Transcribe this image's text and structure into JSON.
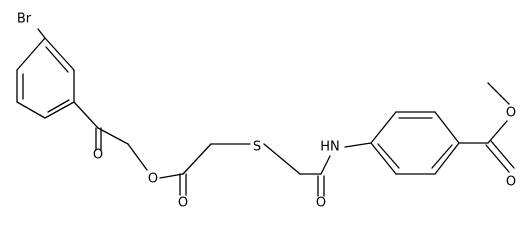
{
  "molecule": {
    "atoms": {
      "bromine": "Br",
      "ketone_oxygen": "O",
      "ester_ring_oxygen": "O",
      "ester_carbonyl_oxygen": "O",
      "sulfur": "S",
      "amide_nitrogen": "HN",
      "amide_oxygen": "O",
      "methyl_ester_oxygen": "O",
      "methyl_ester_carbonyl_oxygen": "O"
    }
  }
}
